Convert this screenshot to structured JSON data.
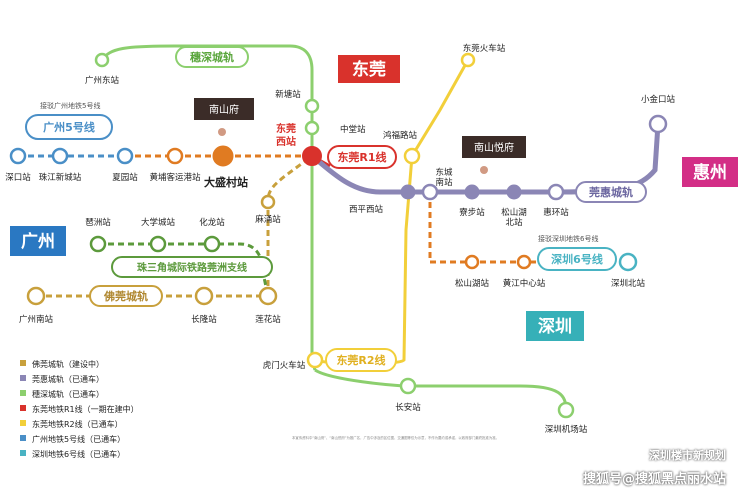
{
  "cities": {
    "dongguan": "东莞",
    "huizhou": "惠州",
    "guangzhou": "广州",
    "shenzhen": "深圳"
  },
  "estates": {
    "nanshanfu": "南山府",
    "nanshanyuefu": "南山悦府"
  },
  "lines": {
    "suishen": "穗深城轨",
    "guangzhou5": "广州5号线",
    "guangzhou5_note": "接驳广州地铁5号线",
    "dongguan_r1": "东莞R1线",
    "dongguan_r2": "东莞R2线",
    "guanhui": "莞惠城轨",
    "shenzhen6": "深圳6号线",
    "shenzhen6_note": "接驳深圳地铁6号线",
    "pearl_delta": "珠三角城际铁路莞洲支线",
    "foguan": "佛莞城轨"
  },
  "stations": {
    "guangzhou_east": "广州东站",
    "xintang": "新塘站",
    "zhongtang": "中堂站",
    "dongguan_west": "东莞\n西站",
    "dongguan_train": "东莞火车站",
    "xiaojinkou": "小金口站",
    "honghu": "鸿福路站",
    "dongcheng": "东城\n南站",
    "liaobu": "寮步站",
    "songshanhu_n": "松山湖\n北站",
    "huihuan": "惠环站",
    "xiping": "西平西站",
    "songshanhu": "松山湖站",
    "huangjiang": "黄江中心站",
    "shenzhen_north": "深圳北站",
    "shentiankou": "深口站",
    "zhujiang": "珠江新城站",
    "xiayuan": "夏园站",
    "huangpu": "黄埔客运港站",
    "dasheng": "大盛村站",
    "mayong": "麻涌站",
    "qizhou": "琶洲站",
    "daxuecheng": "大学城站",
    "hualong": "化龙站",
    "guangzhou_south": "广州南站",
    "changlong": "长隆站",
    "lianhua": "莲花站",
    "humen": "虎门火车站",
    "changan": "长安站",
    "shenzhen_airport": "深圳机场站"
  },
  "legend": [
    {
      "label": "佛莞城轨（建设中）",
      "color": "#c8a03c"
    },
    {
      "label": "莞惠城轨（已通车）",
      "color": "#8b86b5"
    },
    {
      "label": "穗深城轨（已通车）",
      "color": "#8ccf6e"
    },
    {
      "label": "东莞地铁R1线（一期在建中）",
      "color": "#d9322c"
    },
    {
      "label": "东莞地铁R2线（已通车）",
      "color": "#f2cf3a"
    },
    {
      "label": "广州地铁5号线（已通车）",
      "color": "#4a8fc7"
    },
    {
      "label": "深圳地铁6号线（已通车）",
      "color": "#49b3c3"
    }
  ],
  "disclaimer": "本宣传资料中“南山府”、“南山悦府”为推广名，广告中涉及的区位图、交通图等仅为示意，不作为要约或承诺，以政府部门最终批准为准。",
  "watermark": "搜狐号@搜狐黑点丽水站",
  "watermark_small": "深圳楼市新规划",
  "colors": {
    "suishen": "#8ccf6e",
    "r1": "#d9322c",
    "r2": "#f2cf3a",
    "guanhui": "#8b86b5",
    "guangzhou5": "#4a8fc7",
    "shenzhen6": "#49b3c3",
    "foguan": "#c8a03c",
    "pearl": "#5c9a3c",
    "orange": "#e07b22"
  }
}
